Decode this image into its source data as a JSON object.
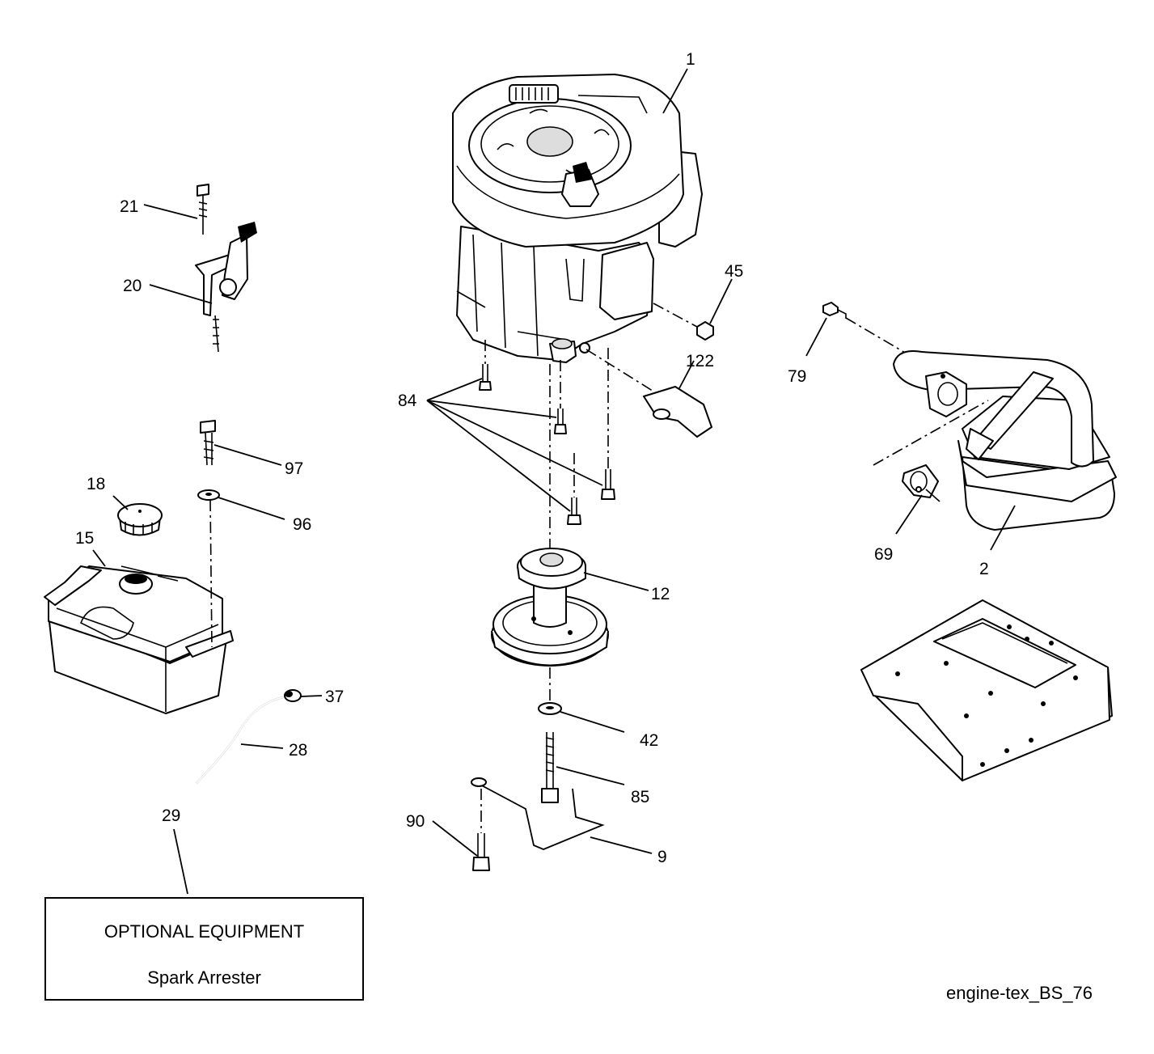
{
  "parts": {
    "p1": "1",
    "p2": "2",
    "p9": "9",
    "p12": "12",
    "p15": "15",
    "p18": "18",
    "p20": "20",
    "p21": "21",
    "p28": "28",
    "p29": "29",
    "p37": "37",
    "p42": "42",
    "p45": "45",
    "p69": "69",
    "p79": "79",
    "p84": "84",
    "p85": "85",
    "p90": "90",
    "p96": "96",
    "p97": "97",
    "p122": "122"
  },
  "optional_box": {
    "title": "OPTIONAL EQUIPMENT",
    "item": "Spark Arrester"
  },
  "diagram_id": "engine-tex_BS_76"
}
